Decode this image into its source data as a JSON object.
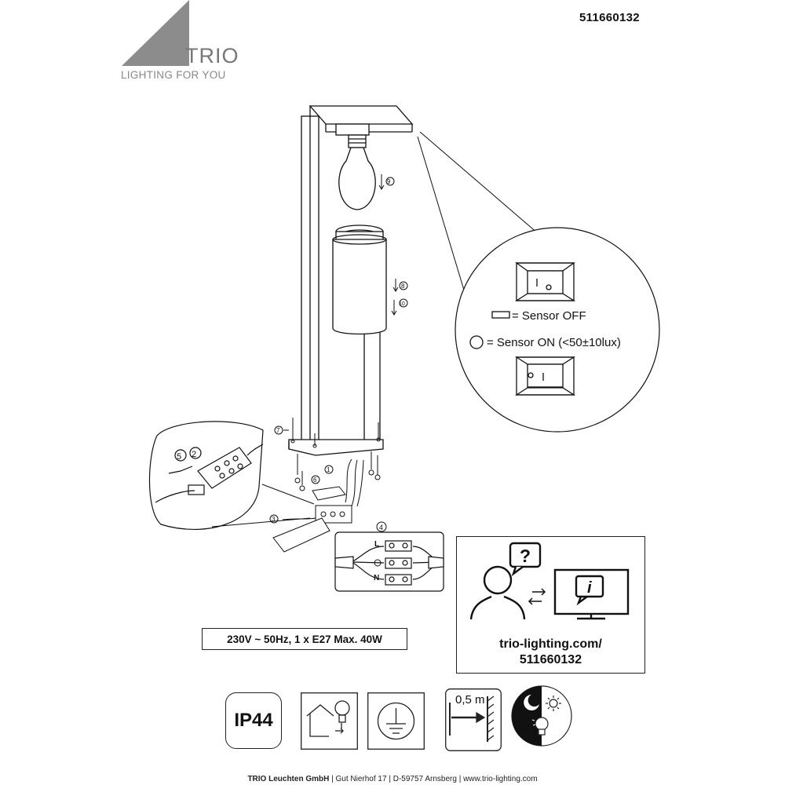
{
  "document": {
    "product_code": "511660132",
    "brand": {
      "name": "TRIO",
      "tagline": "LIGHTING FOR YOU"
    },
    "step_numbers": [
      "1",
      "2",
      "3",
      "4",
      "5",
      "6",
      "7",
      "8",
      "9",
      "10"
    ],
    "sensor_callout": {
      "off_label": "= Sensor OFF",
      "on_label": "= Sensor ON (<50±10lux)"
    },
    "terminal_labels": {
      "live": "L",
      "neutral": "N"
    },
    "specs": "230V ~ 50Hz, 1 x E27 Max. 40W",
    "info": {
      "question_icon": "question-icon",
      "info_icon": "info-icon",
      "url_line1": "trio-lighting.com/",
      "url_line2": "511660132"
    },
    "icons": {
      "ip_rating": "IP44",
      "distance": "0,5 m",
      "symbols": [
        "outdoor-bulb-icon",
        "earth-ground-icon",
        "min-distance-icon",
        "day-night-sensor-icon"
      ]
    },
    "footer": {
      "company": "TRIO Leuchten GmbH",
      "address": "Gut Nierhof 17",
      "city": "D-59757 Arnsberg",
      "website": "www.trio-lighting.com",
      "separator": "|"
    }
  }
}
